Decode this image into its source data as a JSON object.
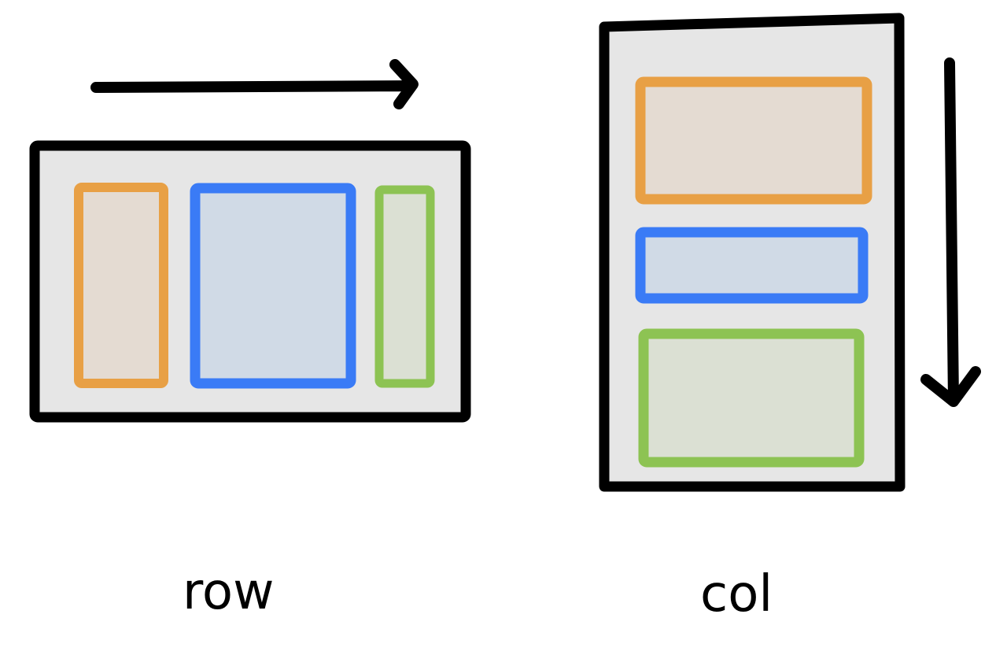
{
  "row_panel": {
    "label": "row",
    "direction": "left-to-right",
    "children": [
      "orange",
      "blue",
      "green"
    ]
  },
  "col_panel": {
    "label": "col",
    "direction": "top-to-bottom",
    "children": [
      "orange",
      "blue",
      "green"
    ]
  },
  "colors": {
    "outline": "#000000",
    "container_fill": "#e6e6e6",
    "orange_stroke": "#e8a045",
    "orange_fill": "#e4dbd2",
    "blue_stroke": "#3a7bf6",
    "blue_fill": "#d0dae6",
    "green_stroke": "#8dc353",
    "green_fill": "#dbe0d3"
  }
}
